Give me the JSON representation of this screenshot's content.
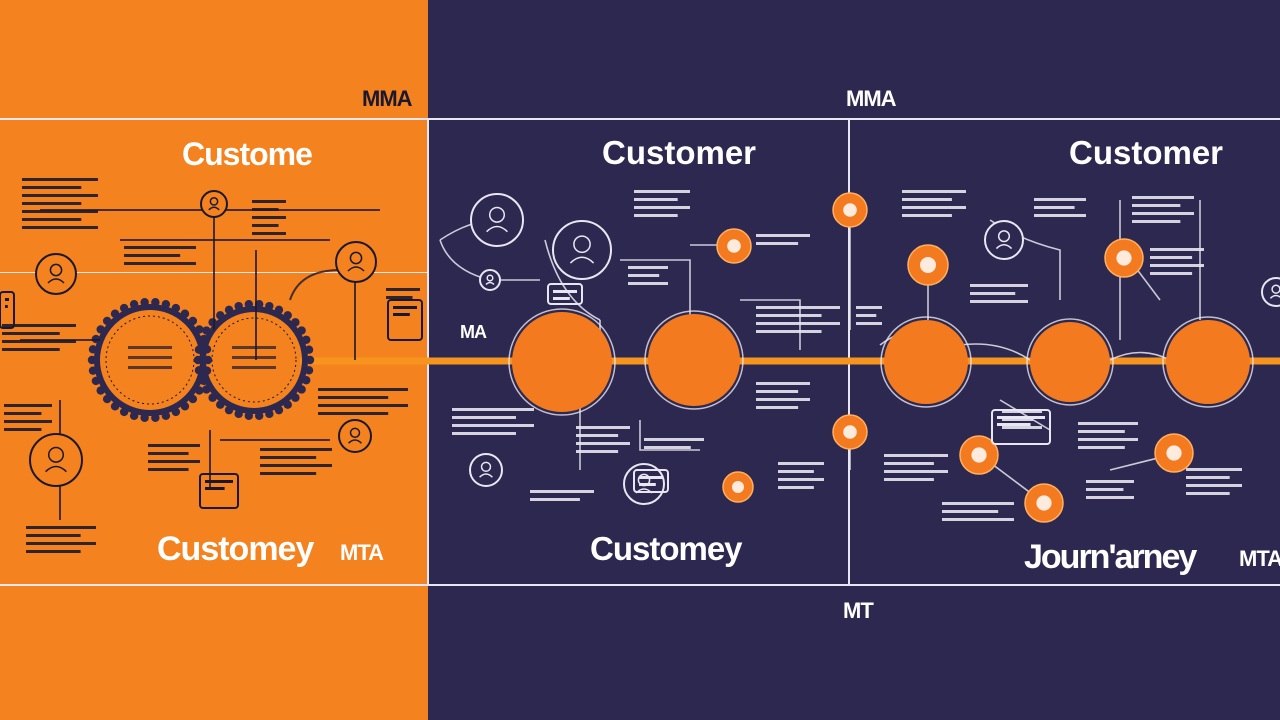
{
  "colors": {
    "orange": "#f4821f",
    "navy": "#2c2850",
    "ink": "#1a1830",
    "line": "#e8e6f0",
    "timeline": "#f7941e"
  },
  "panel1": {
    "title": "Custome",
    "footer_title": "Customey",
    "footer_tag": "MTA",
    "top_tag": "MMA"
  },
  "panel2": {
    "title": "Customer",
    "footer_title": "Customey",
    "side_tag": "MA",
    "top_tag": "MMA"
  },
  "panel3": {
    "title": "Customer",
    "footer_title": "Journ'arney",
    "footer_tag": "MTA"
  },
  "bottom_tag": "MT",
  "icons": [
    "person-icon",
    "gear-icon",
    "chart-icon",
    "target-icon",
    "chat-icon",
    "cart-icon",
    "mail-icon",
    "star-icon"
  ]
}
